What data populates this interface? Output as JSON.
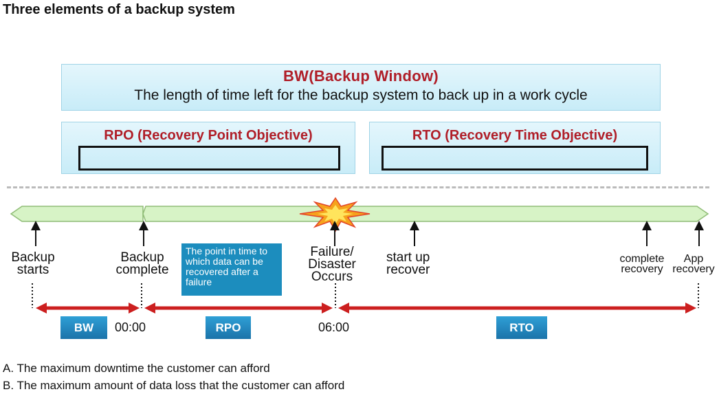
{
  "title": "Three elements of a backup system",
  "bw_panel": {
    "heading": "BW(Backup Window)",
    "description": "The length of time left for the backup system to back up in a work cycle"
  },
  "rpo_panel": {
    "heading": "RPO (Recovery Point Objective)"
  },
  "rto_panel": {
    "heading": "RTO (Recovery Time Objective)"
  },
  "timeline": {
    "events": {
      "backup_starts": [
        "Backup",
        "starts"
      ],
      "backup_complete": [
        "Backup",
        "complete"
      ],
      "failure": [
        "Failure/",
        "Disaster",
        "Occurs"
      ],
      "start_up_recover": [
        "start up",
        "recover"
      ],
      "complete_recovery": [
        "complete",
        "recovery"
      ],
      "app_recovery": [
        "App",
        "recovery"
      ]
    },
    "callout": "The point in time to which data can be recovered after a failure",
    "times": {
      "t1": "00:00",
      "t2": "06:00"
    },
    "tags": {
      "bw": "BW",
      "rpo": "RPO",
      "rto": "RTO"
    }
  },
  "options": {
    "a": "A. The maximum downtime the customer can afford",
    "b": "B. The maximum amount of data loss that the customer can afford"
  },
  "colors": {
    "heading_red": "#b01e28",
    "span_arrow": "#cc1f1f",
    "timeline_fill": "#d7f3c6",
    "timeline_stroke": "#8fbc76",
    "tag_blue": "#1b73a9",
    "callout_blue": "#1c8dbe"
  },
  "icons": {
    "failure_marker": "explosion-icon"
  }
}
